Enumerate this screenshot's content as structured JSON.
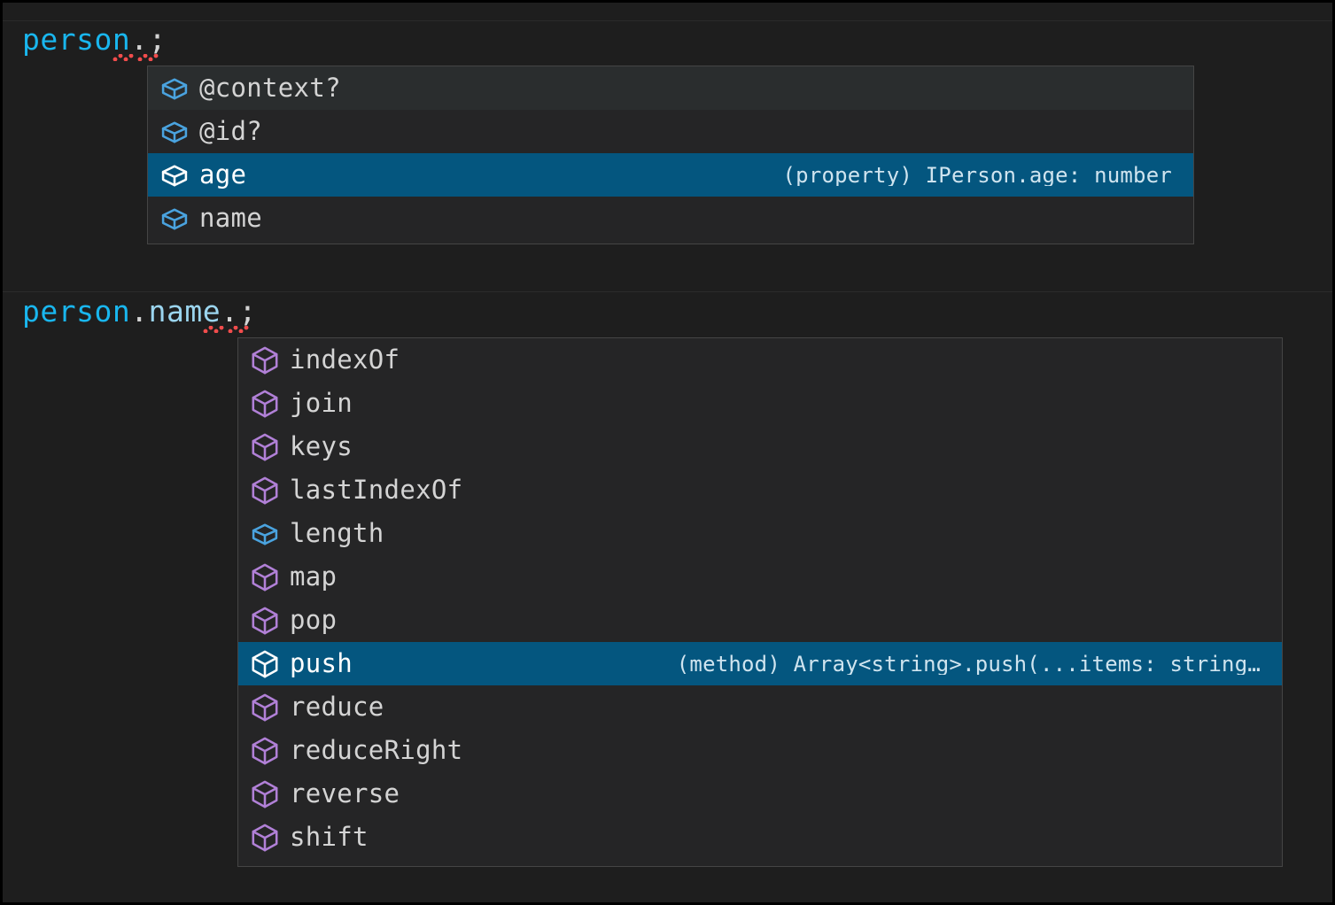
{
  "theme": {
    "editor_background": "#1e1e1e",
    "widget_background": "#252526",
    "widget_border": "#454545",
    "row_focus_background": "#04567f",
    "text_default": "#d4d4d4",
    "variable_color": "#19b6ee",
    "property_color": "#9bd5ef",
    "method_icon_color": "#b180d7",
    "property_icon_color": "#4aa3df",
    "error_squiggle_color": "#f14c4c"
  },
  "editor": {
    "lines": [
      {
        "id": "line-1",
        "segments": [
          {
            "text": "person",
            "kind": "variable"
          },
          {
            "text": ".",
            "kind": "punctuation"
          },
          {
            "text": ";",
            "kind": "punctuation"
          }
        ],
        "plain": "person.;",
        "has_error_squiggles": true
      },
      {
        "id": "line-2",
        "segments": [
          {
            "text": "person",
            "kind": "variable"
          },
          {
            "text": ".",
            "kind": "punctuation"
          },
          {
            "text": "name",
            "kind": "property"
          },
          {
            "text": ".",
            "kind": "punctuation"
          },
          {
            "text": ";",
            "kind": "punctuation"
          }
        ],
        "plain": "person.name.;",
        "has_error_squiggles": true
      }
    ]
  },
  "suggest_widgets": [
    {
      "id": "suggest-widget-person",
      "for_line": "line-1",
      "items": [
        {
          "label": "@context?",
          "icon": "property-cube-icon",
          "icon_kind": "property",
          "detail": "",
          "selected": false,
          "hovered": true
        },
        {
          "label": "@id?",
          "icon": "property-cube-icon",
          "icon_kind": "property",
          "detail": "",
          "selected": false,
          "hovered": false
        },
        {
          "label": "age",
          "icon": "property-cube-icon",
          "icon_kind": "property",
          "detail": "(property) IPerson.age: number",
          "selected": true,
          "hovered": false
        },
        {
          "label": "name",
          "icon": "property-cube-icon",
          "icon_kind": "property",
          "detail": "",
          "selected": false,
          "hovered": false
        }
      ]
    },
    {
      "id": "suggest-widget-person-name",
      "for_line": "line-2",
      "items": [
        {
          "label": "indexOf",
          "icon": "method-cube-icon",
          "icon_kind": "method",
          "detail": "",
          "selected": false,
          "hovered": false
        },
        {
          "label": "join",
          "icon": "method-cube-icon",
          "icon_kind": "method",
          "detail": "",
          "selected": false,
          "hovered": false
        },
        {
          "label": "keys",
          "icon": "method-cube-icon",
          "icon_kind": "method",
          "detail": "",
          "selected": false,
          "hovered": false
        },
        {
          "label": "lastIndexOf",
          "icon": "method-cube-icon",
          "icon_kind": "method",
          "detail": "",
          "selected": false,
          "hovered": false
        },
        {
          "label": "length",
          "icon": "property-cube-icon",
          "icon_kind": "property",
          "detail": "",
          "selected": false,
          "hovered": false
        },
        {
          "label": "map",
          "icon": "method-cube-icon",
          "icon_kind": "method",
          "detail": "",
          "selected": false,
          "hovered": false
        },
        {
          "label": "pop",
          "icon": "method-cube-icon",
          "icon_kind": "method",
          "detail": "",
          "selected": false,
          "hovered": false
        },
        {
          "label": "push",
          "icon": "method-cube-icon",
          "icon_kind": "method",
          "detail": "(method) Array<string>.push(...items: string…",
          "selected": true,
          "hovered": false
        },
        {
          "label": "reduce",
          "icon": "method-cube-icon",
          "icon_kind": "method",
          "detail": "",
          "selected": false,
          "hovered": false
        },
        {
          "label": "reduceRight",
          "icon": "method-cube-icon",
          "icon_kind": "method",
          "detail": "",
          "selected": false,
          "hovered": false
        },
        {
          "label": "reverse",
          "icon": "method-cube-icon",
          "icon_kind": "method",
          "detail": "",
          "selected": false,
          "hovered": false
        },
        {
          "label": "shift",
          "icon": "method-cube-icon",
          "icon_kind": "method",
          "detail": "",
          "selected": false,
          "hovered": false
        }
      ]
    }
  ]
}
